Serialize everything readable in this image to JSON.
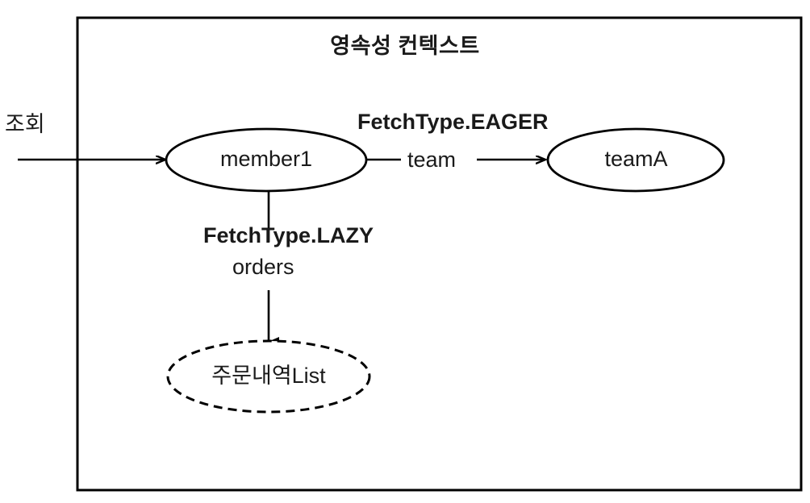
{
  "context_box": {
    "title": "영속성 컨텍스트",
    "border_color": "#000000"
  },
  "external": {
    "entry_label": "조회"
  },
  "nodes": [
    {
      "id": "member1",
      "label": "member1",
      "style": "solid-ellipse"
    },
    {
      "id": "teamA",
      "label": "teamA",
      "style": "solid-ellipse"
    },
    {
      "id": "orders-list",
      "label": "주문내역List",
      "style": "dashed-ellipse"
    }
  ],
  "edges": [
    {
      "id": "entry-to-member1",
      "label": "",
      "annotation": ""
    },
    {
      "id": "member1-to-teamA",
      "label": "team",
      "annotation": "FetchType.EAGER"
    },
    {
      "id": "member1-to-orders",
      "label": "orders",
      "annotation": "FetchType.LAZY"
    }
  ],
  "labels": {
    "eager": "FetchType.EAGER",
    "lazy": "FetchType.LAZY",
    "team": "team",
    "orders": "orders"
  },
  "colors": {
    "stroke": "#000000",
    "text": "#1a1a1a",
    "background": "#ffffff"
  }
}
